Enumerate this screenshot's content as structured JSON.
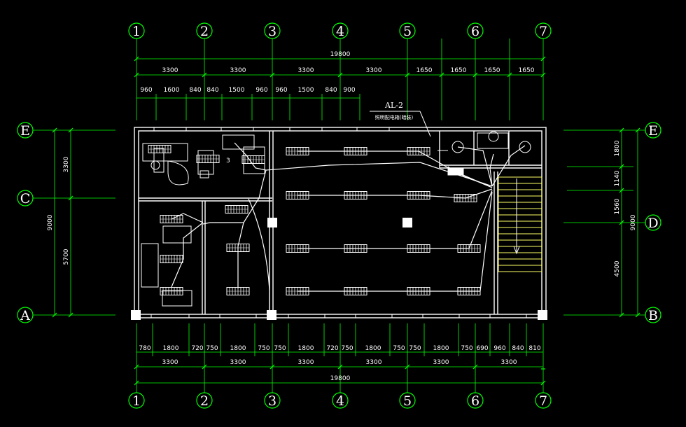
{
  "drawing": {
    "colors": {
      "background": "#000000",
      "grid": "#00ff00",
      "wall": "#ffffff",
      "fixture": "#ffffff",
      "stair": "#ffff66",
      "text": "#ffffff"
    },
    "column_axes": [
      "1",
      "2",
      "3",
      "4",
      "5",
      "6",
      "7"
    ],
    "row_axes_left": [
      "E",
      "C",
      "A"
    ],
    "row_axes_right": [
      "E",
      "D",
      "B"
    ],
    "top_dims": {
      "total": "19800",
      "bays": [
        "3300",
        "3300",
        "3300",
        "3300",
        "1650",
        "1650",
        "1650",
        "1650"
      ],
      "segments": [
        "960",
        "1600",
        "840",
        "840",
        "1500",
        "960",
        "960",
        "1500",
        "840",
        "900"
      ]
    },
    "bottom_dims": {
      "total": "19800",
      "bays": [
        "3300",
        "3300",
        "3300",
        "3300",
        "3300",
        "3300"
      ],
      "segments": [
        "780",
        "1800",
        "720",
        "750",
        "1800",
        "750",
        "750",
        "1800",
        "720",
        "750",
        "1800",
        "750",
        "750",
        "1800",
        "750",
        "690",
        "960",
        "840",
        "810"
      ]
    },
    "left_dims": {
      "total": "9000",
      "parts": [
        "3300",
        "5700"
      ]
    },
    "right_dims": {
      "total": "9000",
      "parts": [
        "1800",
        "1140",
        "1560",
        "4500"
      ]
    },
    "panel_label": "AL-2",
    "panel_sublabel": "照明配电箱(暗装)",
    "fixture_label": "3"
  }
}
